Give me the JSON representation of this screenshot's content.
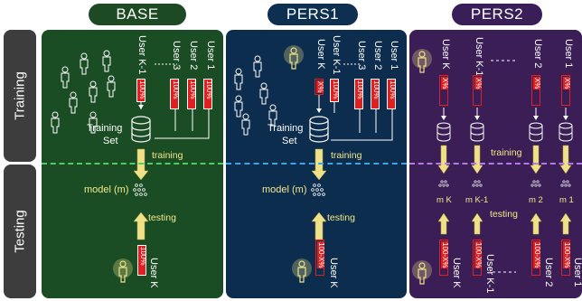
{
  "columns": {
    "base": "BASE",
    "pers1": "PERS1",
    "pers2": "PERS2"
  },
  "rows": {
    "training": "Training",
    "testing": "Testing"
  },
  "base": {
    "users": [
      "User 1",
      "User 2",
      "User 3",
      "User K-1"
    ],
    "bar": "100%",
    "training_set": [
      "Training",
      "Set"
    ],
    "training": "training",
    "model": "model (m)",
    "testing": "testing",
    "test_bar": "100%",
    "test_user": "User K"
  },
  "pers1": {
    "users": [
      "User 1",
      "User 2",
      "User 3",
      "User K-1",
      "User K"
    ],
    "bar": "100%",
    "bar_k": "X%",
    "training_set": [
      "Training",
      "Set"
    ],
    "training": "training",
    "model": "model (m)",
    "testing": "testing",
    "test_bar": "100-X%",
    "test_user": "User K"
  },
  "pers2": {
    "top_users": [
      "User K",
      "User K-1",
      "User 2",
      "User 1"
    ],
    "bar": "X%",
    "training": "training",
    "models": [
      "m K",
      "m K-1",
      "m 2",
      "m 1"
    ],
    "testing": "testing",
    "test_bar": "100-X%",
    "dashes": "- - - -",
    "bottom_users": [
      "User K",
      "User K-1",
      "User 2",
      "User 1"
    ]
  },
  "colors": {
    "base": "#1b4d25",
    "pers1": "#0c2d4d",
    "pers2": "#3a1e55",
    "accent": "#e02020",
    "arrow": "#efe08a"
  }
}
